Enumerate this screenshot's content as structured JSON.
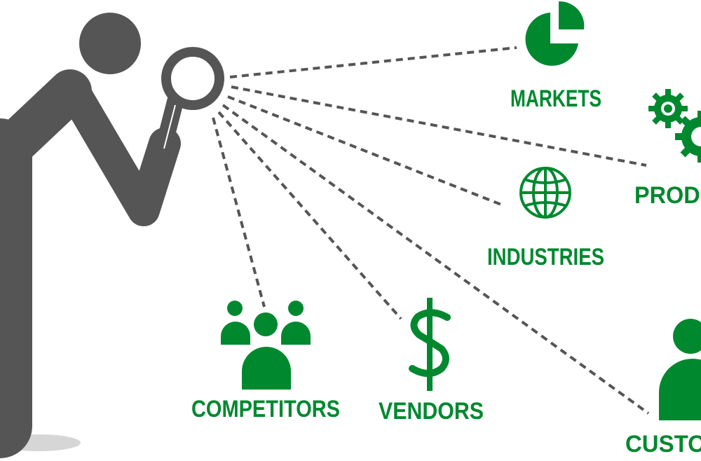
{
  "colors": {
    "accent": "#00882f",
    "figure": "#555555"
  },
  "nodes": {
    "markets": {
      "label": "MARKETS",
      "icon": "pie-chart-icon"
    },
    "products": {
      "label": "PRODUCTS",
      "icon": "gears-icon"
    },
    "industries": {
      "label": "INDUSTRIES",
      "icon": "globe-icon"
    },
    "customers": {
      "label": "CUSTOMERS",
      "icon": "person-icon"
    },
    "vendors": {
      "label": "VENDORS",
      "icon": "dollar-icon"
    },
    "competitors": {
      "label": "COMPETITORS",
      "icon": "group-icon"
    }
  }
}
